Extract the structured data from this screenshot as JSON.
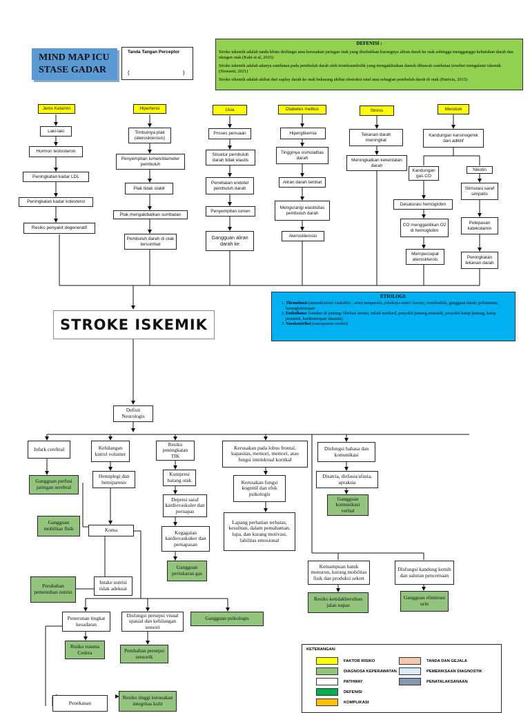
{
  "title": {
    "line1": "MIND MAP ICU",
    "line2": "STASE GADAR"
  },
  "perceptor": {
    "label": "Tanda Tangan Perceptor",
    "open": "(",
    "close": ")"
  },
  "defenisi": {
    "heading": "DEFENISI :",
    "p1": "Stroke iskemik adalah tanda klinis disfungsi atau kerusakan jaringan otak yang disebabkan kurangnya aliran darah ke otak sehingga mengganggu kebutuhan darah dan oksigen otak (Kabi et al, 2015)",
    "p2": "Stroke iskemik adalah adanya sumbatan pada pembuluh darah oleh tromboembolik yang mengakibatkan daerah dibawah sumbatan tersebut mengalami iskemik (Siswanti, 2021)",
    "p3": "Stroke sikemik adalah akibat dari suplay darah ke otak bekurang akibat obstruksi total atau sebagian pembuluh darah di otak (Patricia, 2015)"
  },
  "risk": {
    "jenis_kelamin": "Jenis Kelamin",
    "hipertensi": "Hipertensi",
    "usia": "Usia",
    "diabetes": "Diabetes melitus",
    "stress": "Stress",
    "merokok": "Merokok"
  },
  "nodes": {
    "laki": "Laki-laki",
    "hormon": "Hormon testosteron",
    "ldl": "Peningkatan kadar LDL",
    "kolesterol": "Peningkatan kadar kolesterol",
    "degeneratif": "Resiko penyakit degeneratif",
    "plak": "Timbulnya plak (aterosklerosis)",
    "penyempitan_lumen_diam": "Penyempitan lumen/diameter pembuluh",
    "plak_stabil": "Plak tidak stabil",
    "plak_sumbatan": "Plak mengakibatkan sumbatan",
    "tersumbat": "Pembuluh darah di otak tersumbat",
    "penuaan": "Proses penuaan",
    "struktur": "Struktur pembuluh darah tidak elastis",
    "endotel": "Penebalan endotel pembuluh darah",
    "penyempitan_lumen": "Penyempitan lumen",
    "gangguan_aliran": "Gangguan aliran darah ke",
    "hiperglikemia": "Hiperglikemia",
    "osmolaritas": "Tingginya osmolaltias darah",
    "aliran_lambat": "Aliran darah lambat",
    "elastisitas": "Mengurangi elastisitas pembuluh darah",
    "aterosklerosis": "Aterosklerosis",
    "tekanan_meningkat": "Tekanan darah meningkat",
    "kekentalan": "Meningkatkan kekentalan darah",
    "karsinogenik": "Kandungan karsinogenik dan adiktif",
    "gas_co": "Kandungan gas CO",
    "nikotin": "Nikotin",
    "desaturasi": "Desaturasi hemoglobin",
    "saraf_simpatis": "Stimulasi saraf simpatis",
    "co_hb": "CO menggantikan O2 di hemoglobin",
    "katekolamin": "Pelepasan katekolamin",
    "mempercepat": "Mempercepat aterosklerois",
    "tekanan_naik": "Peningkatan tekanan darah"
  },
  "stroke": "STROKE ISKEMIK",
  "etiologi": {
    "heading": "ETIOLOGI:",
    "items": [
      {
        "term": "Thrombosis",
        "desc": " (aterosklerosis vaskulitis : arteri temporalis, robeknya arteri: karotis, vertebralitis, gangguan darah: polisitemia, hemoglobinopati"
      },
      {
        "term": "Embolisme:",
        "desc": " (sumber di jantung: fibrilasi atrium, infark miokard, penyakit jantung reumatik, penyakit katup jantung, katup prostetik, kardiomiopati iskemik)"
      },
      {
        "term": "Vasokontriksi",
        "desc": " (vasospasme serebri)"
      }
    ]
  },
  "lower": {
    "defisit": "Defisit Neurologis",
    "infark": "Infark cerebral",
    "perfusi": "Gangguan perfusi jaringan serebral",
    "kontrol": "Kehilangan kntrol volunter",
    "hemiplegi": "Hemiplegi dan hemiparesis",
    "mobilitas": "Gangguan mobilitas fisik",
    "koma": "Koma",
    "nutrisi_ubah": "Perubahan pemenuhan nutrisi",
    "intake": "Intake nutrisi tidak adekuat",
    "tik": "Resiko peningkatan TIK",
    "kompresi": "Kompresi batang otak",
    "depresi": "Depresi saraf kardiovaskuler dan pernapas",
    "kegagalan": "Kegagalan kardiovaskuker dan pernapasan",
    "pertukaran": "Gangguan pertukaran gas",
    "lobus": "Kerusakan pada lobus frontal, kapasitas, memori, memori, atau fungsi intelektual kortikal",
    "kognitif": "Kerusakan fungsi kognitif dan efek psikologis",
    "lapang": "Lapang perhatian terbatas, kesulitan, dalam pemahaman, lupa, dan kurang motivasi, labilitas emosional",
    "bahasa": "Disfungsi bahasa dan komunikasi",
    "disatria": "Disatria, disfasia/afasia, apraksia",
    "komunikasi": "Gangguan komunikasi verbal",
    "batuk": "Kemampuan batuk menurun, kurang mobilitas fisik dan produksi sekret",
    "napas": "Resiko ketidakbersihan jalan napas",
    "kandung": "Disfungsi kandung kemih dan saluran pencernaan",
    "eliminasi": "Gangguan eliminasi urin",
    "kesadaran": "Penurunan tingkat kesadaran",
    "persepsi": "Disfungsi persepsi visual spasial dan kehilangan sensori",
    "psikologis": "Gangguan psikologis",
    "trauma": "Risiko trauma Cedera",
    "sensorik": "Perubahan persepsi sensorik",
    "penekanan": "Penekanan",
    "kulit": "Resiko tinggi kerusakan integritas kulit"
  },
  "legend": {
    "heading": "KETERANGAN:",
    "faktor": "FAKTOR RISIKO",
    "diagnosa": "DIAGNOSA KEPERAWATAN",
    "pathway": "PATHWAY",
    "defenisi": "DEFENISI",
    "komplikasi": "KOMPLIKASI",
    "tanda": "TANDA DAN GEJALA",
    "pemeriksaan": "PEMERIKSAAN DIAGNOSTIK",
    "penatalaksanaan": "PENATALAKSANAAN"
  },
  "colors": {
    "faktor": "#ffff00",
    "diagnosa": "#93c47d",
    "pathway": "#ffffff",
    "defenisi": "#00b050",
    "komplikasi": "#ffc000",
    "tanda": "#f4c7a8",
    "pemeriksaan": "#ddebf7",
    "penatalaksanaan": "#8497b0"
  }
}
